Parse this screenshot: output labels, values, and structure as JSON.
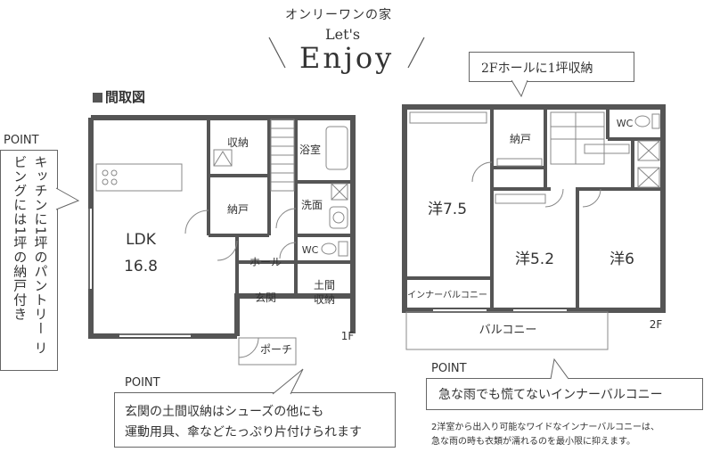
{
  "header": {
    "tagline": "オンリーワンの家",
    "lets": "Let's",
    "enjoy": "Enjoy"
  },
  "floorplan_label": "間取図",
  "callouts": {
    "left_point": "POINT",
    "left_text": "キッチンに1坪のパントリー リビングには1坪の納戸付き",
    "hall_storage": "2Fホールに1坪収納",
    "bottom_point": "POINT",
    "bottom_text_1": "玄関の土間収納はシューズの他にも",
    "bottom_text_2": "運動用具、傘などたっぷり片付けられます",
    "right_point": "POINT",
    "right_text": "急な雨でも慌てないインナーバルコニー",
    "right_note_1": "2洋室から出入り可能なワイドなインナーバルコニーは、",
    "right_note_2": "急な雨の時も衣類が濡れるのを最小限に抑えます。"
  },
  "floor1": {
    "floor_label": "1F",
    "rooms": {
      "storage": "収納",
      "bath": "浴室",
      "closet": "納戸",
      "washroom": "洗面",
      "ldk": "LDK",
      "ldk_size": "16.8",
      "wc": "WC",
      "hall": "ホール",
      "entrance": "玄関",
      "doma_storage_1": "土間",
      "doma_storage_2": "収納",
      "porch": "ポーチ"
    }
  },
  "floor2": {
    "floor_label": "2F",
    "rooms": {
      "closet": "納戸",
      "wc": "WC",
      "western_a": "洋7.5",
      "western_b": "洋5.2",
      "western_c": "洋6",
      "inner_balcony": "インナーバルコニー",
      "balcony": "バルコニー"
    }
  }
}
